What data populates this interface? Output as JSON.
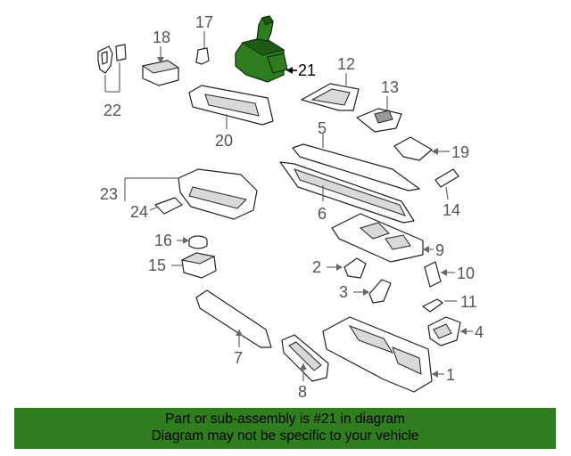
{
  "diagram": {
    "callouts": [
      "1",
      "2",
      "3",
      "4",
      "5",
      "6",
      "7",
      "8",
      "9",
      "10",
      "11",
      "12",
      "13",
      "14",
      "15",
      "16",
      "17",
      "18",
      "19",
      "20",
      "21",
      "22",
      "23",
      "24"
    ],
    "highlighted_callout": "21",
    "highlight_color": "#2f7d1f"
  },
  "banner": {
    "line1": "Part or sub-assembly is #21 in diagram",
    "line2": "Diagram may not be specific to your vehicle",
    "background": "#2f7d1f"
  }
}
